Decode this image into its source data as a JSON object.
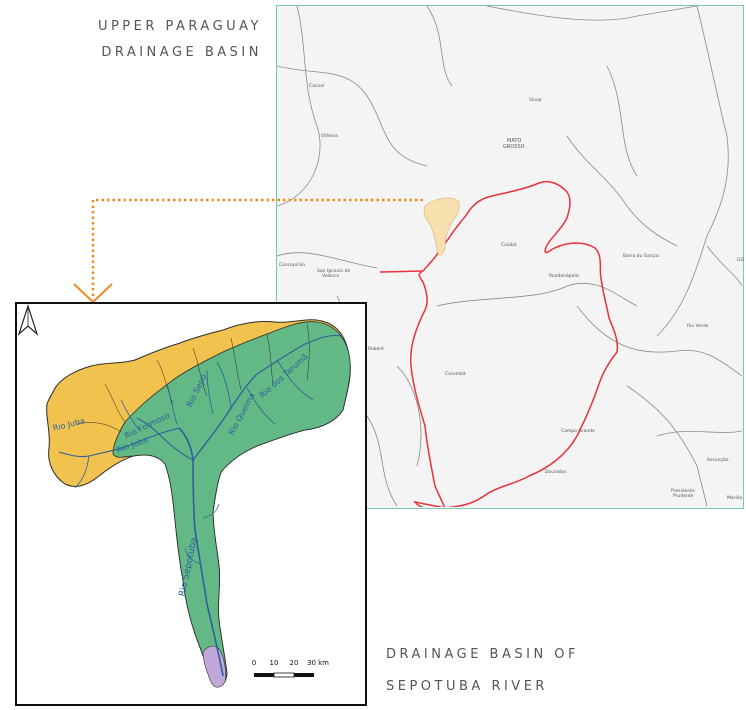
{
  "captions": {
    "upper_line1": "UPPER PARAGUAY",
    "upper_line2": "DRAINAGE BASIN",
    "lower_line1": "DRAINAGE BASIN OF",
    "lower_line2": "SEPOTUBA RIVER"
  },
  "region_places": {
    "sinop": "Sinop",
    "cacoal": "Cacoal",
    "vilhena": "Vilhena",
    "mato": "MATO",
    "grosso": "GROSSO",
    "cuiaba": "Cuiabá",
    "barra": "Barra do Garças",
    "go": "GO",
    "concepcion": "Concepción",
    "san_ignacio": "San Ignacio de",
    "velasco": "Velasco",
    "rondonopolis": "Rondonópolis",
    "robore": "Roboré",
    "rio_verde": "Rio Verde",
    "corumba": "Corumbá",
    "campo_grande": "Campo Grande",
    "assuncao": "Assunção",
    "dourados": "Dourados",
    "presidente": "Presidente",
    "prudente": "Prudente",
    "marilia": "Marília"
  },
  "river_labels": {
    "juba_lower": "Rio Juba",
    "formoso": "Rio Formoso",
    "juba": "Rio Juba",
    "sepotuba": "Rio Sepotuba",
    "sepo_upper": "Rio Sepo",
    "queima": "Rio Queima",
    "tarumã": "Rio dos Tarumã"
  },
  "scale": {
    "ticks": [
      "0",
      "10",
      "20",
      "30 km"
    ]
  },
  "colors": {
    "region_outline": "#e8323c",
    "subbasin_highlight": "#f8dfae",
    "leader_line": "#f08a24",
    "frame_region": "#7ac9b3",
    "basin_yellow": "#f2c24f",
    "basin_green": "#63b985",
    "basin_purple": "#c2a8d8",
    "river_blue": "#2c5f9e"
  },
  "icons": {
    "north": "north-arrow-icon",
    "pointer": "chevron-down-icon"
  }
}
